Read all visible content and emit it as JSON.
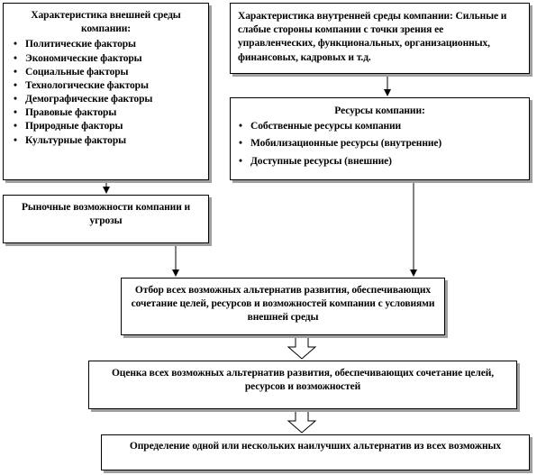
{
  "external": {
    "title": "Характеристика внешней среды компании:",
    "factors": [
      "Политические факторы",
      "Экономические факторы",
      "Социальные факторы",
      "Технологические факторы",
      "Демографические факторы",
      "Правовые факторы",
      "Природные факторы",
      "Культурные факторы"
    ]
  },
  "internal": {
    "text": "Характеристика внутренней среды компании: Сильные и слабые стороны компании с точки зрения ее управленческих, функциональных, организационных, финансовых, кадровых и т.д."
  },
  "resources": {
    "title": "Ресурсы компании:",
    "items": [
      "Собственные ресурсы компании",
      "Мобилизационные ресурсы (внутренние)",
      "Доступные ресурсы (внешние)"
    ]
  },
  "market": {
    "text": "Рыночные возможности компании и угрозы"
  },
  "selection": {
    "text": "Отбор всех возможных альтернатив развития, обеспечивающих сочетание целей, ресурсов и возможностей компании с условиями внешней среды"
  },
  "evaluation": {
    "text": "Оценка всех возможных альтернатив развития, обеспечивающих сочетание целей, ресурсов и возможностей"
  },
  "definition": {
    "text": "Определение одной или нескольких наилучших альтернатив из всех возможных"
  }
}
